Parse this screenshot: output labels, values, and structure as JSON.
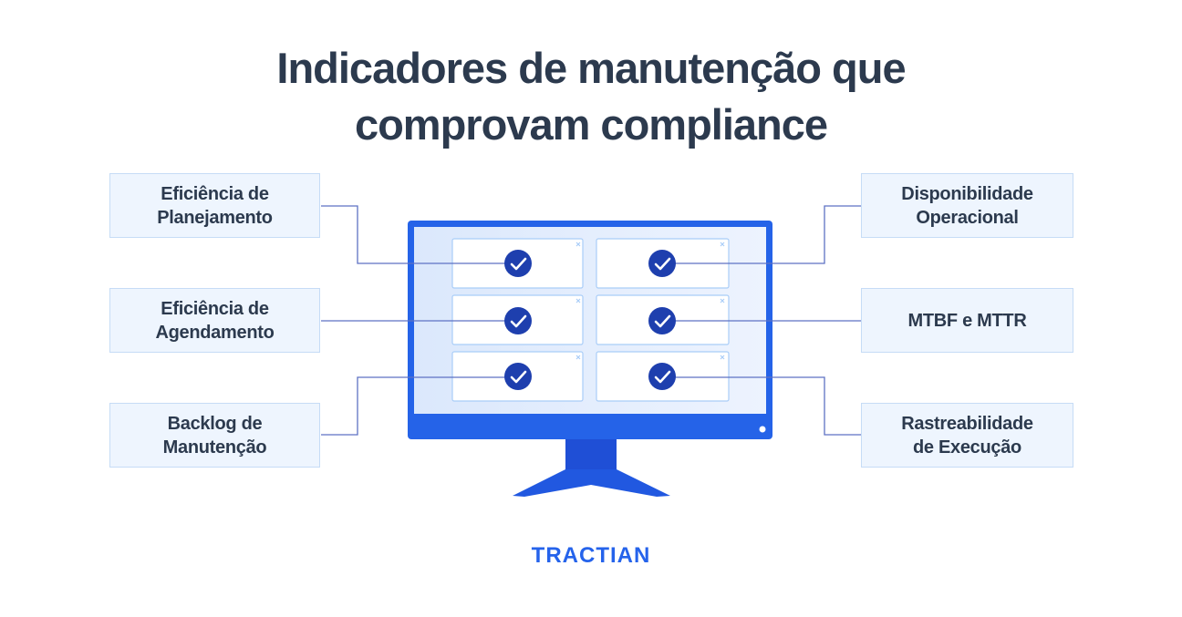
{
  "title": {
    "line1": "Indicadores de manutenção que",
    "line2": "comprovam compliance"
  },
  "indicators_left": [
    {
      "label": "Eficiência de\nPlanejamento"
    },
    {
      "label": "Eficiência de\nAgendamento"
    },
    {
      "label": "Backlog de\nManutenção"
    }
  ],
  "indicators_right": [
    {
      "label": "Disponibilidade\nOperacional"
    },
    {
      "label": "MTBF e MTTR"
    },
    {
      "label": "Rastreabilidade\nde Execução"
    }
  ],
  "monitor": {
    "cards": 6,
    "card_icon": "check-circle-icon",
    "close_icon": "close-icon",
    "frame_color": "#2563e8",
    "screen_color": "#e3eefd",
    "check_color": "#1e3fae"
  },
  "colors": {
    "title": "#2c3a4e",
    "box_bg": "#eef5fe",
    "box_border": "#c6dcf6",
    "connector": "#5e72c4",
    "brand": "#2563eb"
  },
  "brand": {
    "logo_text": "TRACTIAN"
  }
}
